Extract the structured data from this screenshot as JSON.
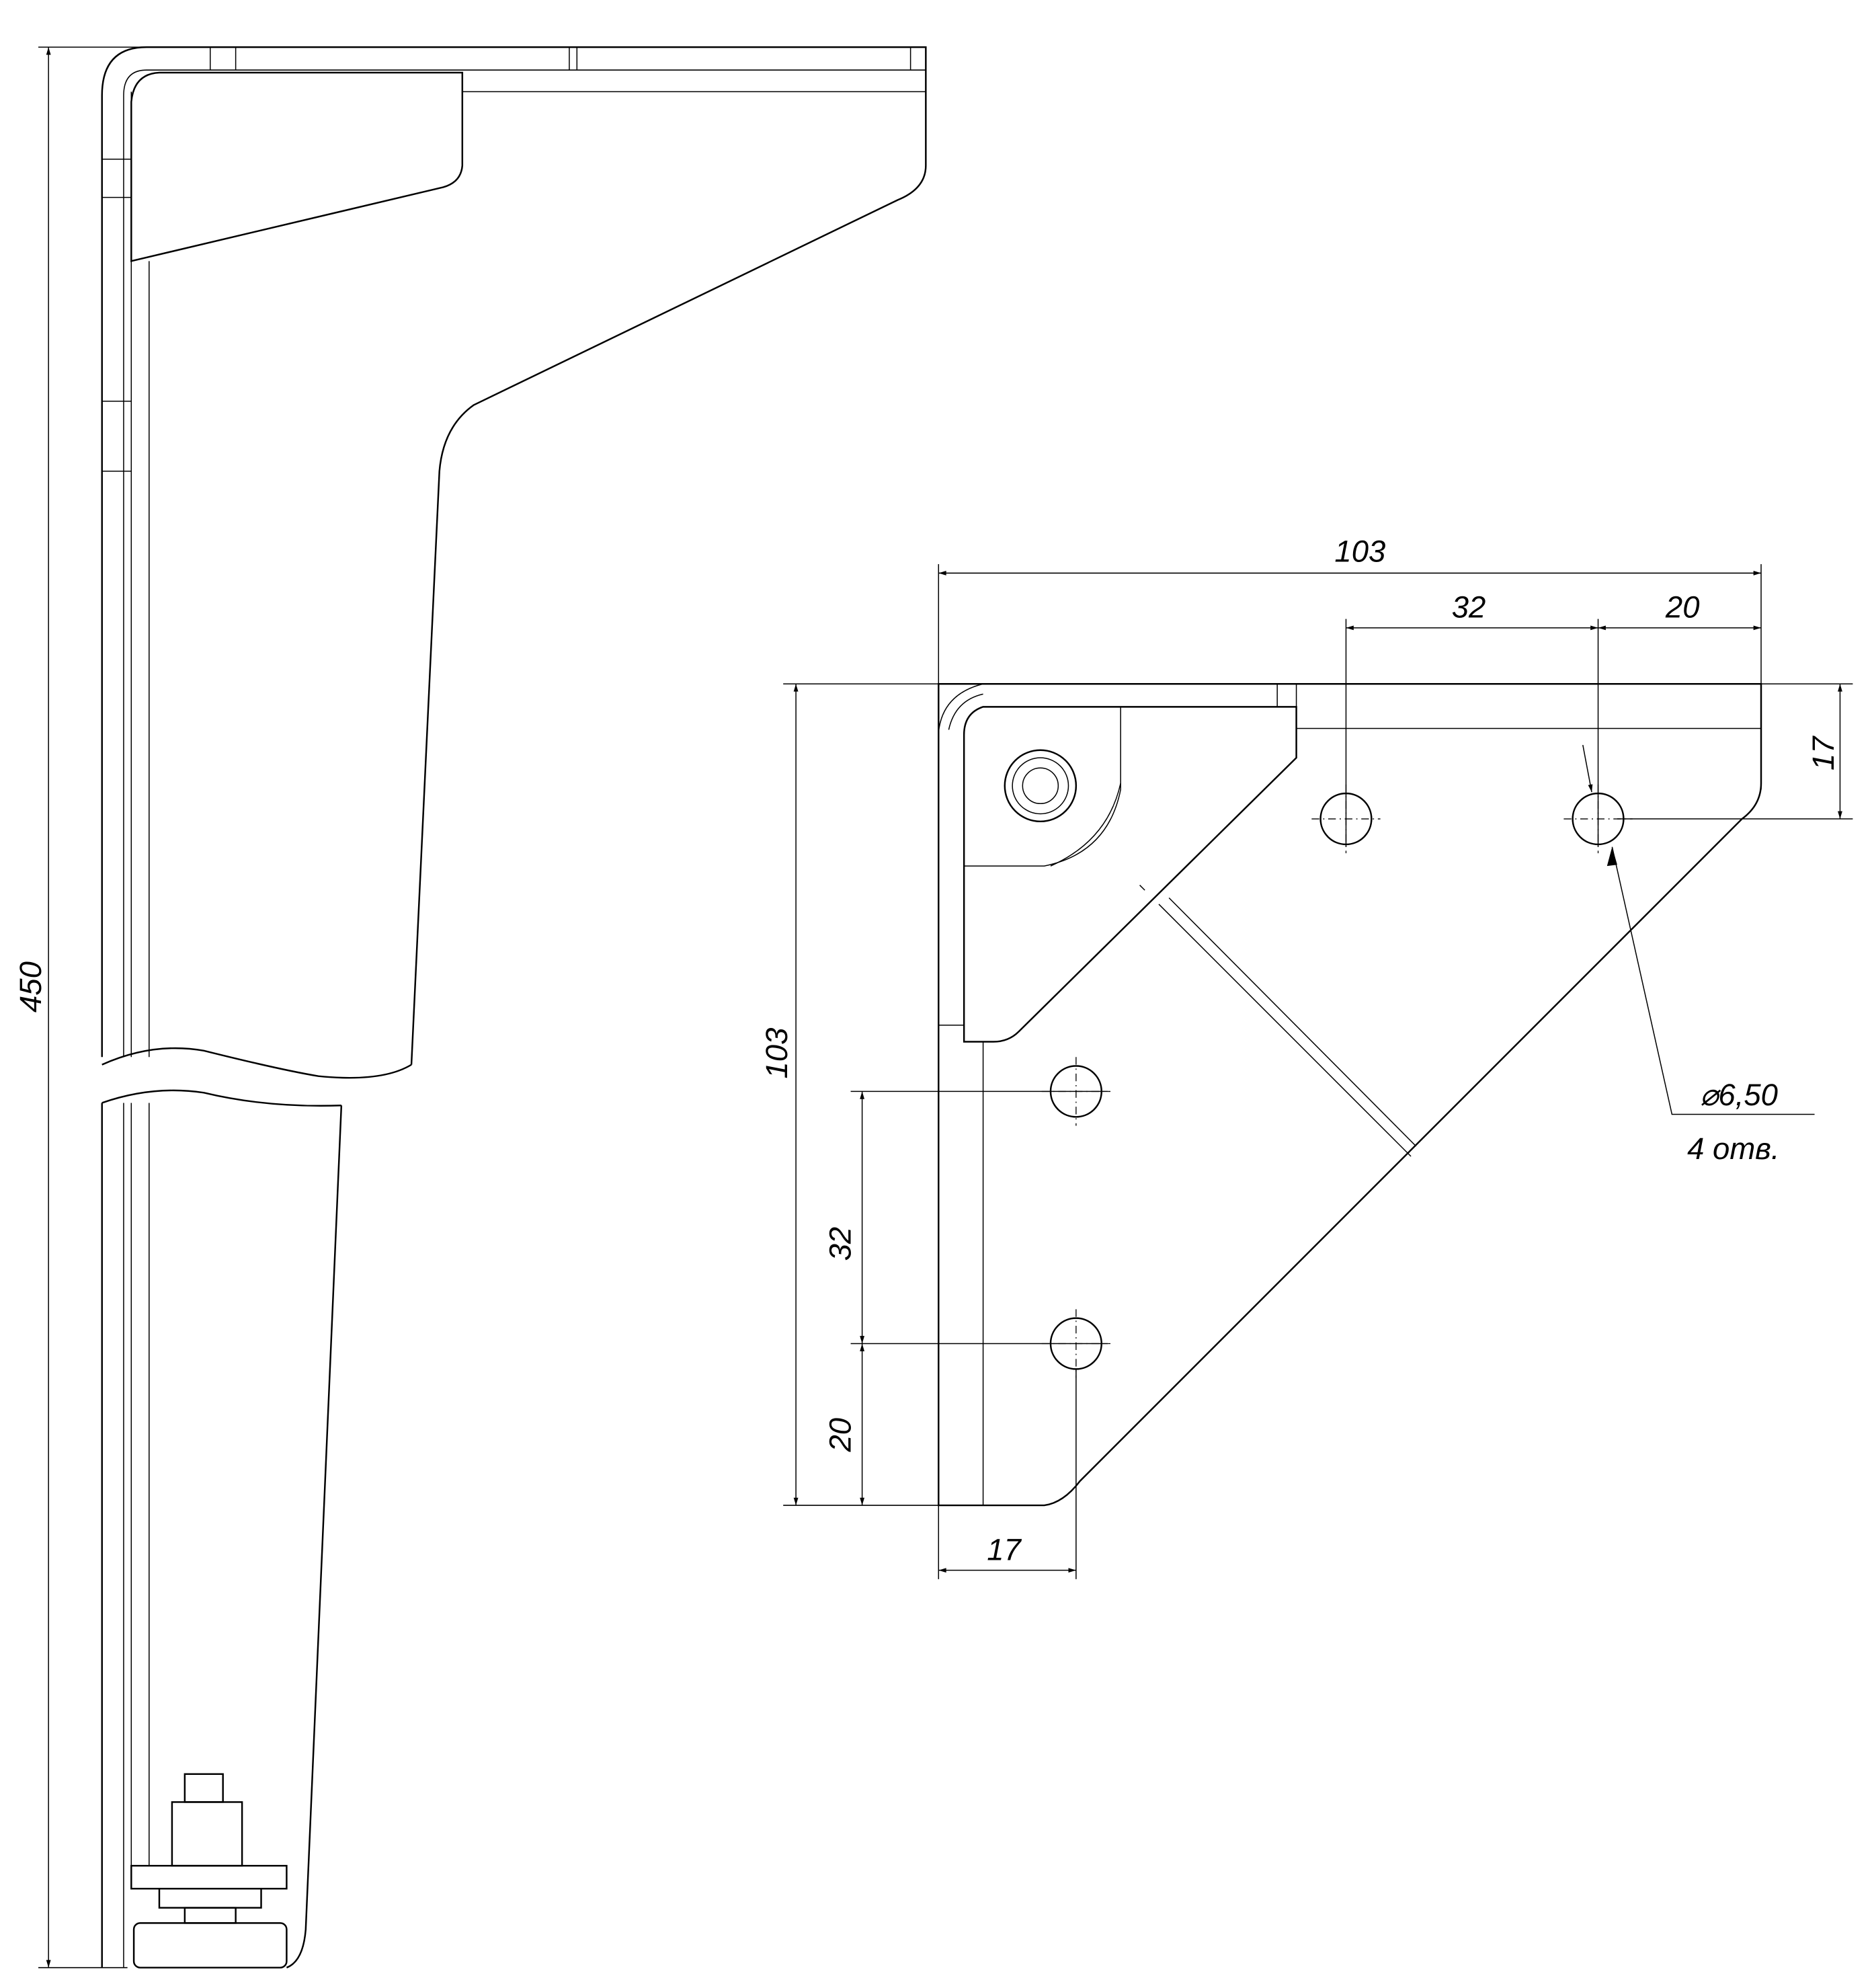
{
  "side_view": {
    "height_dim": "450"
  },
  "top_view": {
    "overall_width": "103",
    "hole_spacing_x": "32",
    "edge_offset_x": "20",
    "overall_height": "103",
    "hole_spacing_y": "32",
    "edge_offset_y": "20",
    "right_inset": "17",
    "bottom_inset": "17",
    "hole_diameter": "⌀6,50",
    "hole_count": "4 отв."
  }
}
